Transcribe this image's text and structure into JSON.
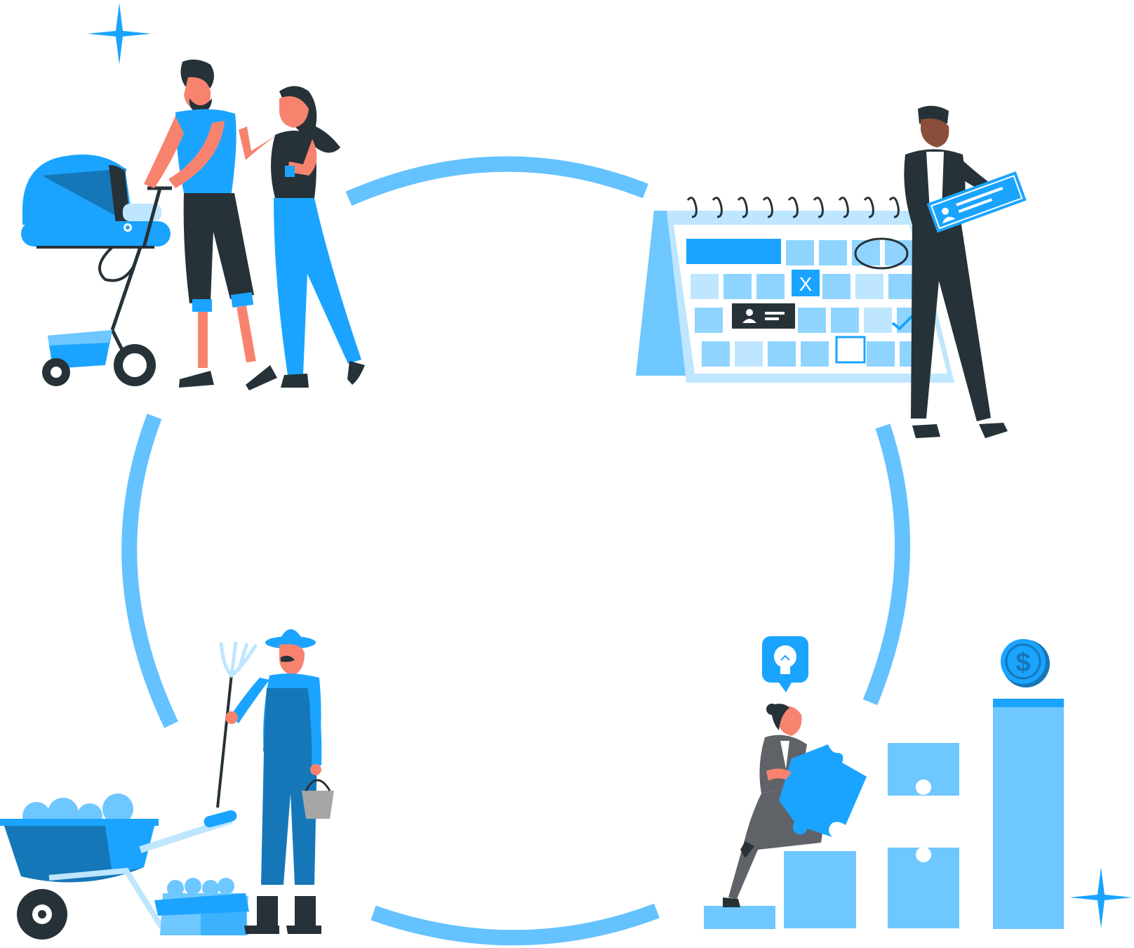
{
  "colors": {
    "arc": "#64c2ff",
    "primary": "#1aa4ff",
    "light": "#6fc7ff",
    "pale": "#bfe6ff",
    "deep": "#1577b8",
    "dark": "#263238",
    "skin": "#f7836f",
    "skin_dark": "#8a4f3a",
    "white": "#ffffff",
    "grey": "#5f6368"
  },
  "diagram": {
    "type": "cycle",
    "stages": [
      {
        "id": "family",
        "icon": "family-with-stroller-icon",
        "label": ""
      },
      {
        "id": "planning",
        "icon": "calendar-planner-icon",
        "label": ""
      },
      {
        "id": "growth",
        "icon": "growth-puzzle-bars-icon",
        "label": ""
      },
      {
        "id": "farming",
        "icon": "farmer-harvest-icon",
        "label": ""
      }
    ],
    "calendar_marks": [
      "X"
    ],
    "currency_symbol": "$"
  }
}
